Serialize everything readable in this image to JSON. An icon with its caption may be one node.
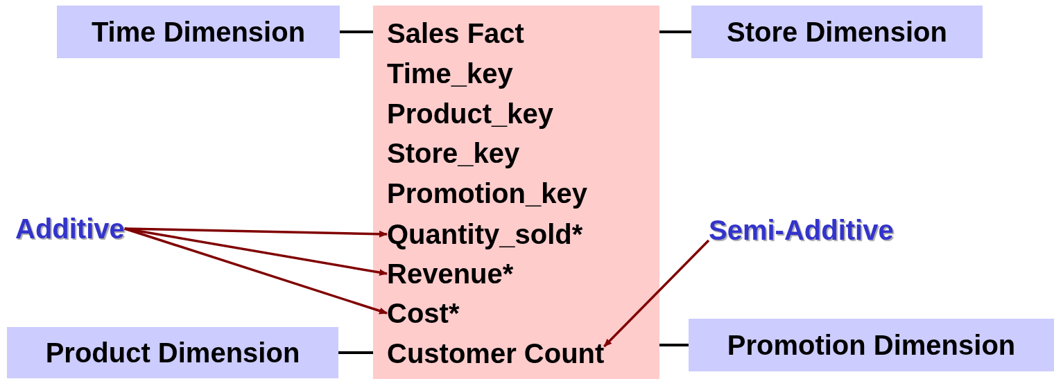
{
  "diagram": {
    "nodes": [
      {
        "text": [
          "Time Dimension"
        ]
      },
      {
        "text": [
          "Sales Fact"
        ]
      },
      {
        "text": [
          "Time_key"
        ],
        "in": 1
      },
      {
        "text": [
          "Product_key"
        ],
        "in": 1
      },
      {
        "text": [
          "Store_key"
        ],
        "in": 1
      },
      {
        "text": [
          "Promotion_key"
        ],
        "in": 1
      },
      {
        "text": [
          "Quantity_sold*"
        ],
        "in": 1
      },
      {
        "text": [
          "Revenue*"
        ],
        "in": 1
      },
      {
        "text": [
          "Cost*"
        ],
        "in": 1
      },
      {
        "text": [
          "Customer Count"
        ],
        "in": 1
      },
      {
        "text": [
          "Store Dimension"
        ]
      },
      {
        "text": [
          "Additive"
        ]
      },
      {
        "text": [
          "Semi-Additive"
        ]
      },
      {
        "text": [
          "Product Dimension"
        ]
      },
      {
        "text": [
          "Promotion Dimension"
        ]
      }
    ],
    "edges": [
      {
        "from": 0,
        "to": 1,
        "arrow": "none"
      },
      {
        "from": 1,
        "to": 10,
        "arrow": "none"
      },
      {
        "from": 11,
        "to": 6,
        "arrow": "to",
        "color": "#800000"
      },
      {
        "from": 11,
        "to": 7,
        "arrow": "to",
        "color": "#800000"
      },
      {
        "from": 11,
        "to": 8,
        "arrow": "to",
        "color": "#800000"
      },
      {
        "from": 12,
        "to": 9,
        "arrow": "to",
        "color": "#800000"
      },
      {
        "from": 13,
        "to": 1,
        "arrow": "none"
      },
      {
        "from": 1,
        "to": 14,
        "arrow": "none"
      }
    ]
  }
}
